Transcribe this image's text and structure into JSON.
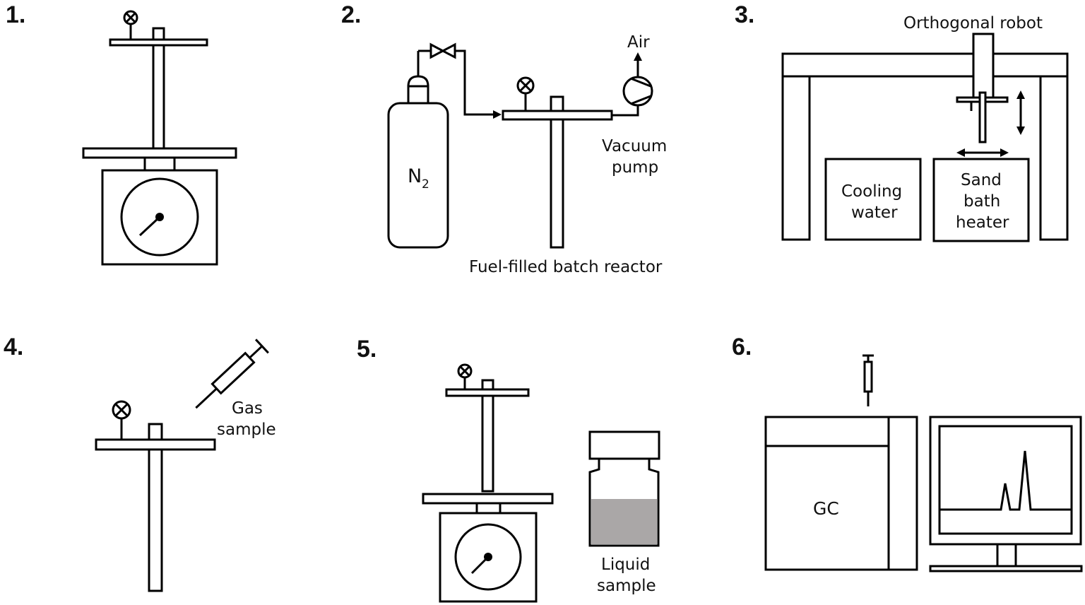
{
  "steps": [
    {
      "number": "1."
    },
    {
      "number": "2."
    },
    {
      "number": "3."
    },
    {
      "number": "4."
    },
    {
      "number": "5."
    },
    {
      "number": "6."
    }
  ],
  "labels": {
    "air": "Air",
    "n2_main": "N",
    "n2_sub": "2",
    "vacuum_line1": "Vacuum",
    "vacuum_line2": "pump",
    "reactor": "Fuel-filled batch reactor",
    "robot": "Orthogonal robot",
    "cooling_line1": "Cooling",
    "cooling_line2": "water",
    "sand_line1": "Sand",
    "sand_line2": "bath",
    "sand_line3": "heater",
    "gas_line1": "Gas",
    "gas_line2": "sample",
    "liquid_line1": "Liquid",
    "liquid_line2": "sample",
    "gc": "GC"
  },
  "colors": {
    "stroke": "#000000",
    "liquid_fill": "#aaa7a7",
    "background": "#ffffff"
  }
}
